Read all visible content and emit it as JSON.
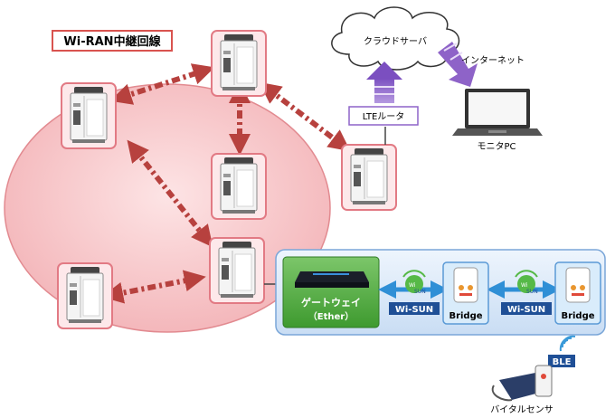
{
  "network": {
    "title": "Wi-RAN中継回線"
  },
  "cloud": {
    "label": "クラウドサーバ"
  },
  "internet": {
    "label": "インターネット"
  },
  "lte_router": {
    "label": "LTEルータ"
  },
  "monitor": {
    "label": "モニタPC"
  },
  "gateway": {
    "line1": "ゲートウェイ",
    "line2": "（Ether）"
  },
  "wisun": {
    "badge": "Wi-SUN",
    "icon_text_wi": "Wi",
    "icon_text_sun": "SUN",
    "badge_2": "Wi-SUN"
  },
  "bridge1": {
    "label": "Bridge"
  },
  "bridge2": {
    "label": "Bridge"
  },
  "ble": {
    "label": "BLE"
  },
  "vital": {
    "label": "バイタルセンサ"
  },
  "colors": {
    "ellipse_fill": "#f6c3c6",
    "ellipse_stroke": "#e28a90",
    "relay_arrow": "#b7413e",
    "lte_arrow": "#8e63c8",
    "blue_panel": "#dce9f8",
    "blue_arrow": "#2f8fd6",
    "badge_blue": "#1f4f96",
    "gateway_fill": "#4caa3a"
  }
}
